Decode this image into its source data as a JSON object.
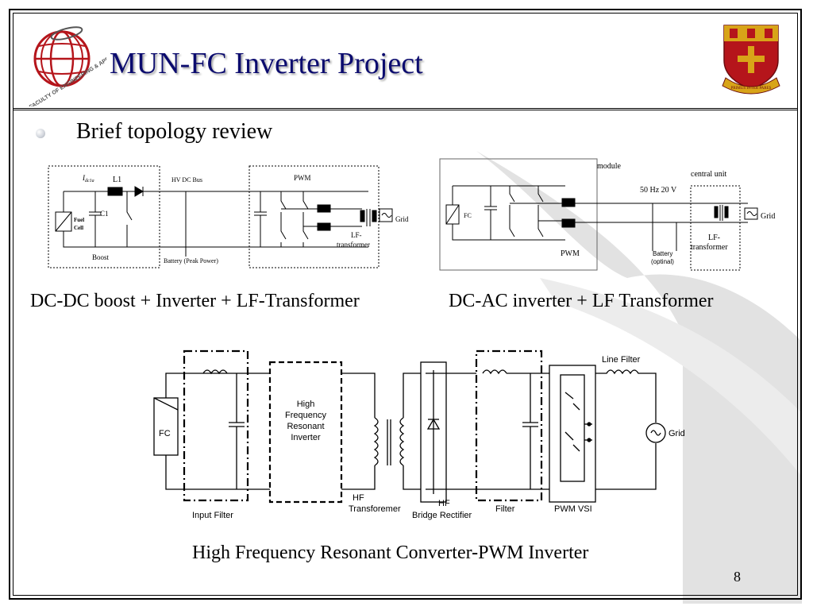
{
  "slide": {
    "title": "MUN-FC Inverter Project",
    "bullet": "Brief topology review",
    "page_number": "8"
  },
  "logos": {
    "left": {
      "icon": "globe-icon",
      "text": "FACULTY OF ENGINEERING & APPLIED SCIENCE"
    },
    "right": {
      "icon": "crest-icon",
      "motto": "PRIMUS INTER PARES"
    }
  },
  "captions": {
    "diagram1": "DC-DC boost + Inverter + LF-Transformer",
    "diagram2": "DC-AC inverter + LF Transformer",
    "diagram3": "High Frequency Resonant Converter-PWM Inverter"
  },
  "diagram1": {
    "current": "I",
    "current_sub": "dc1a",
    "l1": "L1",
    "hvdc": "HV DC Bus",
    "pwm": "PWM",
    "c1": "C1",
    "fuel_cell_1": "Fuel",
    "fuel_cell_2": "Cell",
    "boost": "Boost",
    "battery": "Battery (Peak Power)",
    "lf_1": "LF-",
    "lf_2": "transformer",
    "grid": "Grid"
  },
  "diagram2": {
    "module": "module",
    "central": "central unit",
    "freq": "50 Hz 20 V",
    "fc": "FC",
    "pwm": "PWM",
    "battery_1": "Battery",
    "battery_2": "(optinal)",
    "lf_1": "LF-",
    "lf_2": "transformer",
    "grid": "Grid"
  },
  "diagram3": {
    "fc": "FC",
    "hf_inv_1": "High",
    "hf_inv_2": "Frequency",
    "hf_inv_3": "Resonant",
    "hf_inv_4": "Inverter",
    "line_filter": "Line Filter",
    "grid": "Grid",
    "input_filter": "Input Filter",
    "hf_tr_1": "HF",
    "hf_tr_2": "Transforemer",
    "rect_1": "HF",
    "rect_2": "Bridge Rectifier",
    "filter": "Filter",
    "pwm_vsi": "PWM VSI"
  },
  "colors": {
    "title": "#0b0b6e",
    "crest_red": "#b5151b",
    "crest_gold": "#d8a418",
    "swoosh": "#d9d9d9"
  }
}
